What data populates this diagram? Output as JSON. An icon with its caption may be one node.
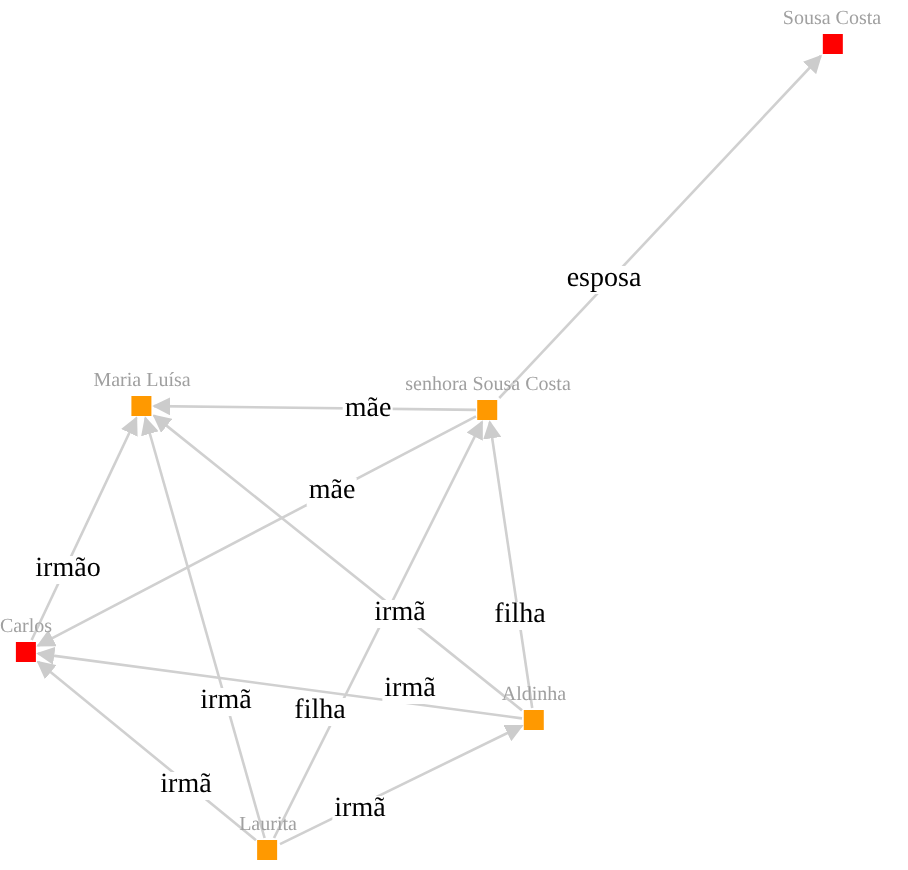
{
  "diagram": {
    "nodes": [
      {
        "text": [
          "Sousa Costa"
        ]
      },
      {
        "text": [
          "Maria Luísa"
        ]
      },
      {
        "text": [
          "senhora Sousa Costa"
        ]
      },
      {
        "text": [
          "Carlos"
        ]
      },
      {
        "text": [
          "Aldinha"
        ]
      },
      {
        "text": [
          "Laurita"
        ]
      }
    ],
    "edges": [
      {
        "from": 2,
        "to": 0,
        "arrow": "to",
        "label": "esposa"
      },
      {
        "from": 2,
        "to": 1,
        "arrow": "to",
        "label": "mãe"
      },
      {
        "from": 2,
        "to": 3,
        "arrow": "to",
        "label": "mãe"
      },
      {
        "from": 3,
        "to": 1,
        "arrow": "to",
        "label": "irmão"
      },
      {
        "from": 5,
        "to": 1,
        "arrow": "to",
        "label": "irmã"
      },
      {
        "from": 4,
        "to": 1,
        "arrow": "to",
        "label": "irmã"
      },
      {
        "from": 4,
        "to": 2,
        "arrow": "to",
        "label": "filha"
      },
      {
        "from": 5,
        "to": 2,
        "arrow": "to",
        "label": "filha"
      },
      {
        "from": 4,
        "to": 3,
        "arrow": "to",
        "label": "irmã"
      },
      {
        "from": 5,
        "to": 3,
        "arrow": "to",
        "label": "irmã"
      },
      {
        "from": 5,
        "to": 4,
        "arrow": "to",
        "label": "irmã"
      }
    ]
  }
}
